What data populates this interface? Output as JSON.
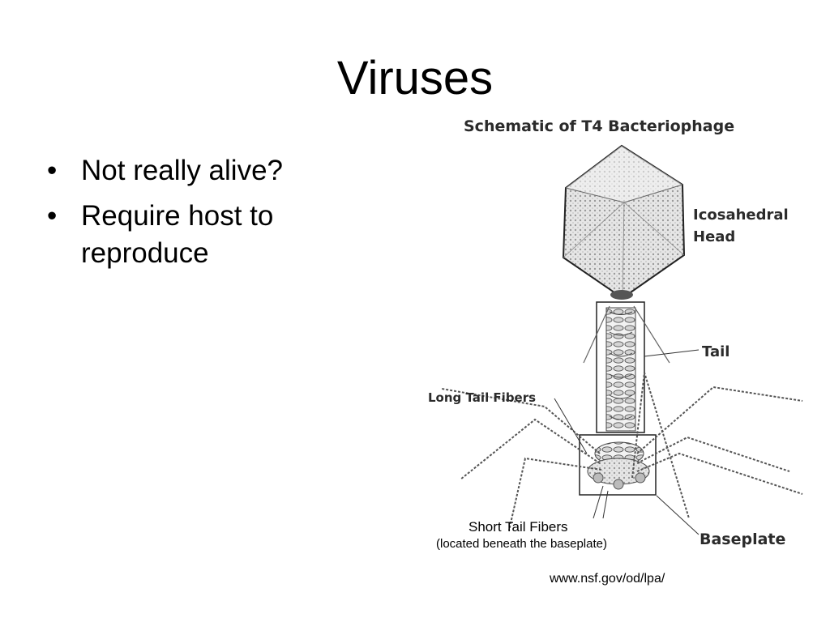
{
  "slide": {
    "title": "Viruses",
    "bullets": [
      "Not really alive?",
      "Require host to reproduce"
    ],
    "source": "www.nsf.gov/od/lpa/"
  },
  "diagram": {
    "title": "Schematic of T4 Bacteriophage",
    "labels": {
      "head_line1": "Icosahedral",
      "head_line2": "Head",
      "tail": "Tail",
      "long_tail_fibers": "Long Tail Fibers",
      "short_tail_fibers": "Short Tail Fibers",
      "short_tail_fibers_note": "(located beneath the baseplate)",
      "baseplate": "Baseplate"
    }
  },
  "colors": {
    "background": "#ffffff",
    "text": "#000000",
    "diagram_ink": "#333333"
  }
}
